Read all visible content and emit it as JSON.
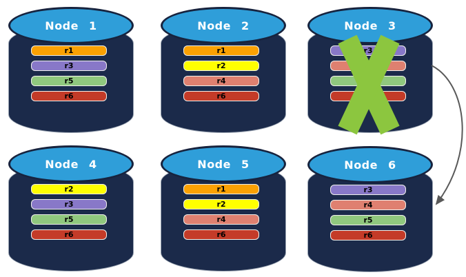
{
  "nodes": [
    {
      "title": "Node 1",
      "failed": false,
      "replicas": [
        {
          "label": "r1",
          "color": "#FBA103"
        },
        {
          "label": "r3",
          "color": "#8878C8"
        },
        {
          "label": "r5",
          "color": "#90C87E"
        },
        {
          "label": "r6",
          "color": "#C43B28"
        }
      ]
    },
    {
      "title": "Node 2",
      "failed": false,
      "replicas": [
        {
          "label": "r1",
          "color": "#FBA103"
        },
        {
          "label": "r2",
          "color": "#FFFF00"
        },
        {
          "label": "r4",
          "color": "#DF8070"
        },
        {
          "label": "r6",
          "color": "#C43B28"
        }
      ]
    },
    {
      "title": "Node 3",
      "failed": true,
      "replicas": [
        {
          "label": "r3",
          "color": "#8878C8"
        },
        {
          "label": "",
          "color": "#DF8070"
        },
        {
          "label": "",
          "color": "#90C87E"
        },
        {
          "label": "",
          "color": "#C43B28"
        }
      ]
    },
    {
      "title": "Node 4",
      "failed": false,
      "replicas": [
        {
          "label": "r2",
          "color": "#FFFF00"
        },
        {
          "label": "r3",
          "color": "#8878C8"
        },
        {
          "label": "r5",
          "color": "#90C87E"
        },
        {
          "label": "r6",
          "color": "#C43B28"
        }
      ]
    },
    {
      "title": "Node 5",
      "failed": false,
      "replicas": [
        {
          "label": "r1",
          "color": "#FBA103"
        },
        {
          "label": "r2",
          "color": "#FFFF00"
        },
        {
          "label": "r4",
          "color": "#DF8070"
        },
        {
          "label": "r6",
          "color": "#C43B28"
        }
      ]
    },
    {
      "title": "Node 6",
      "failed": false,
      "replicas": [
        {
          "label": "r3",
          "color": "#8878C8"
        },
        {
          "label": "r4",
          "color": "#DF8070"
        },
        {
          "label": "r5",
          "color": "#90C87E"
        },
        {
          "label": "r6",
          "color": "#C43B28"
        }
      ]
    }
  ],
  "colors": {
    "cylinder_body": "#1B2A4A",
    "cylinder_top": "#2F9ED9",
    "failure_x": "#8CC63F",
    "arrow": "#595959",
    "title_text": "#FFFFFF",
    "bar_text": "#000000"
  }
}
